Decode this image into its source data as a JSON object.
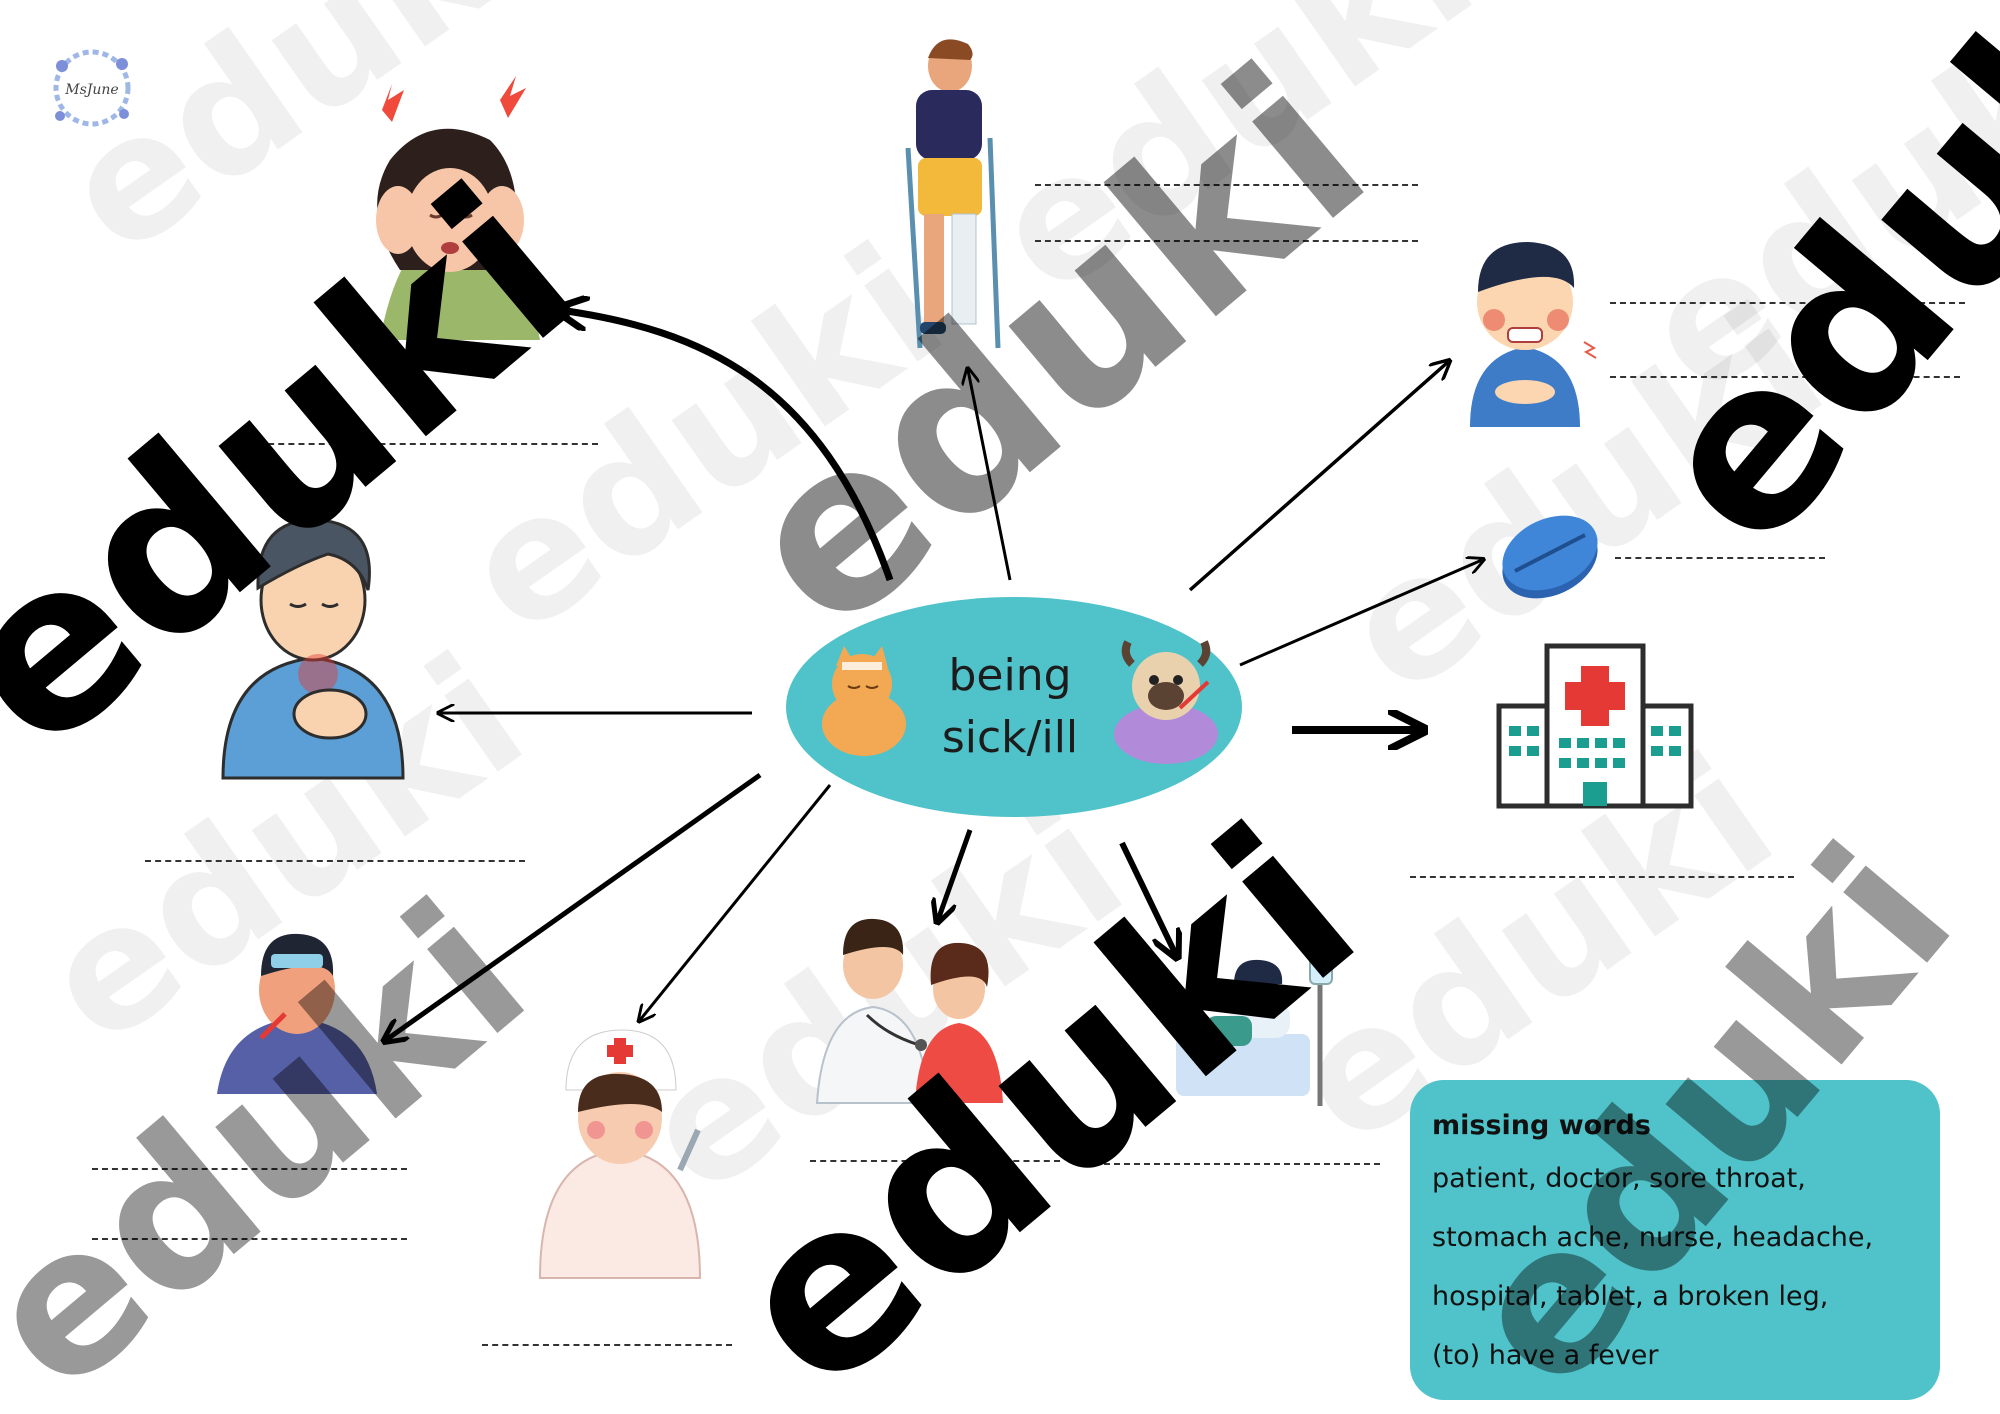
{
  "page": {
    "logo_text": "MsJune",
    "center_label_line1": "being",
    "center_label_line2": "sick/ill",
    "watermark": "eduki"
  },
  "missing_words": {
    "title": "missing words",
    "lines": [
      "patient, doctor, sore throat,",
      "stomach ache, nurse, headache,",
      "hospital, tablet,  a broken leg,",
      "(to) have a fever"
    ]
  },
  "colors": {
    "accent_teal": "#4fc3c9",
    "hospital_cross": "#e53935",
    "tablet_blue": "#3f86d8"
  },
  "icons": {
    "headache": "woman-headache-icon",
    "broken_leg": "boy-crutches-icon",
    "stomach_ache": "boy-stomach-ache-icon",
    "tablet": "tablet-pill-icon",
    "hospital": "hospital-building-icon",
    "sore_throat": "man-sore-throat-icon",
    "fever": "man-fever-thermometer-icon",
    "nurse": "nurse-syringe-icon",
    "doctor": "doctor-stethoscope-icon",
    "patient": "patient-hospital-bed-icon",
    "cat": "sick-cat-icon",
    "dog": "sick-pug-icon"
  }
}
